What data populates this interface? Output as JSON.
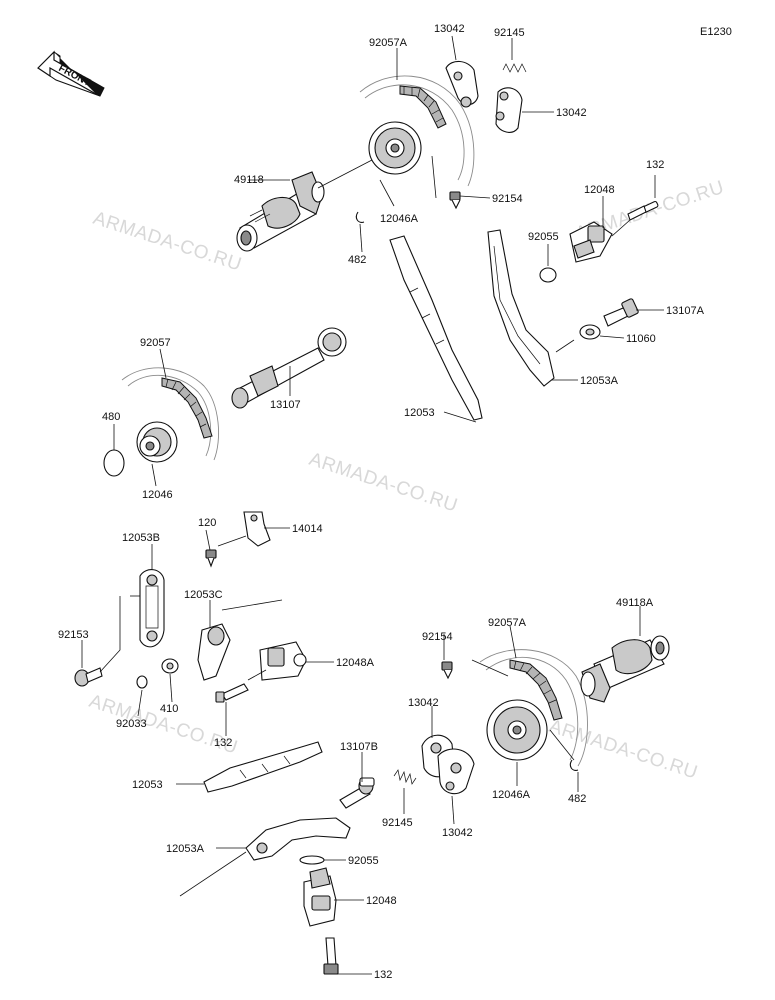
{
  "diagram": {
    "code": "E1230",
    "front_label": "FRONT",
    "watermark": "ARMADA-CO.RU",
    "callouts": {
      "c92057A_top": "92057A",
      "c13042_top": "13042",
      "c92145_top": "92145",
      "c13042_right": "13042",
      "c49118": "49118",
      "c92154_top": "92154",
      "c12046A_top": "12046A",
      "c482_top": "482",
      "c132_top": "132",
      "c12048_top": "12048",
      "c92055_top": "92055",
      "c13107A": "13107A",
      "c11060": "11060",
      "c12053A_top": "12053A",
      "c12053_top": "12053",
      "c92057": "92057",
      "c13107": "13107",
      "c480": "480",
      "c12046": "12046",
      "c120": "120",
      "c14014": "14014",
      "c12053B": "12053B",
      "c12053C": "12053C",
      "c92153": "92153",
      "c12048A": "12048A",
      "c92033": "92033",
      "c410": "410",
      "c132_mid": "132",
      "c92154_bot": "92154",
      "c92057A_bot": "92057A",
      "c49118A": "49118A",
      "c13042_bot_top": "13042",
      "c12046A_bot": "12046A",
      "c482_bot": "482",
      "c12053_bot": "12053",
      "c13107B": "13107B",
      "c92145_bot": "92145",
      "c13042_bot": "13042",
      "c12053A_bot": "12053A",
      "c92055_bot": "92055",
      "c12048_bot": "12048",
      "c132_bot": "132"
    }
  }
}
